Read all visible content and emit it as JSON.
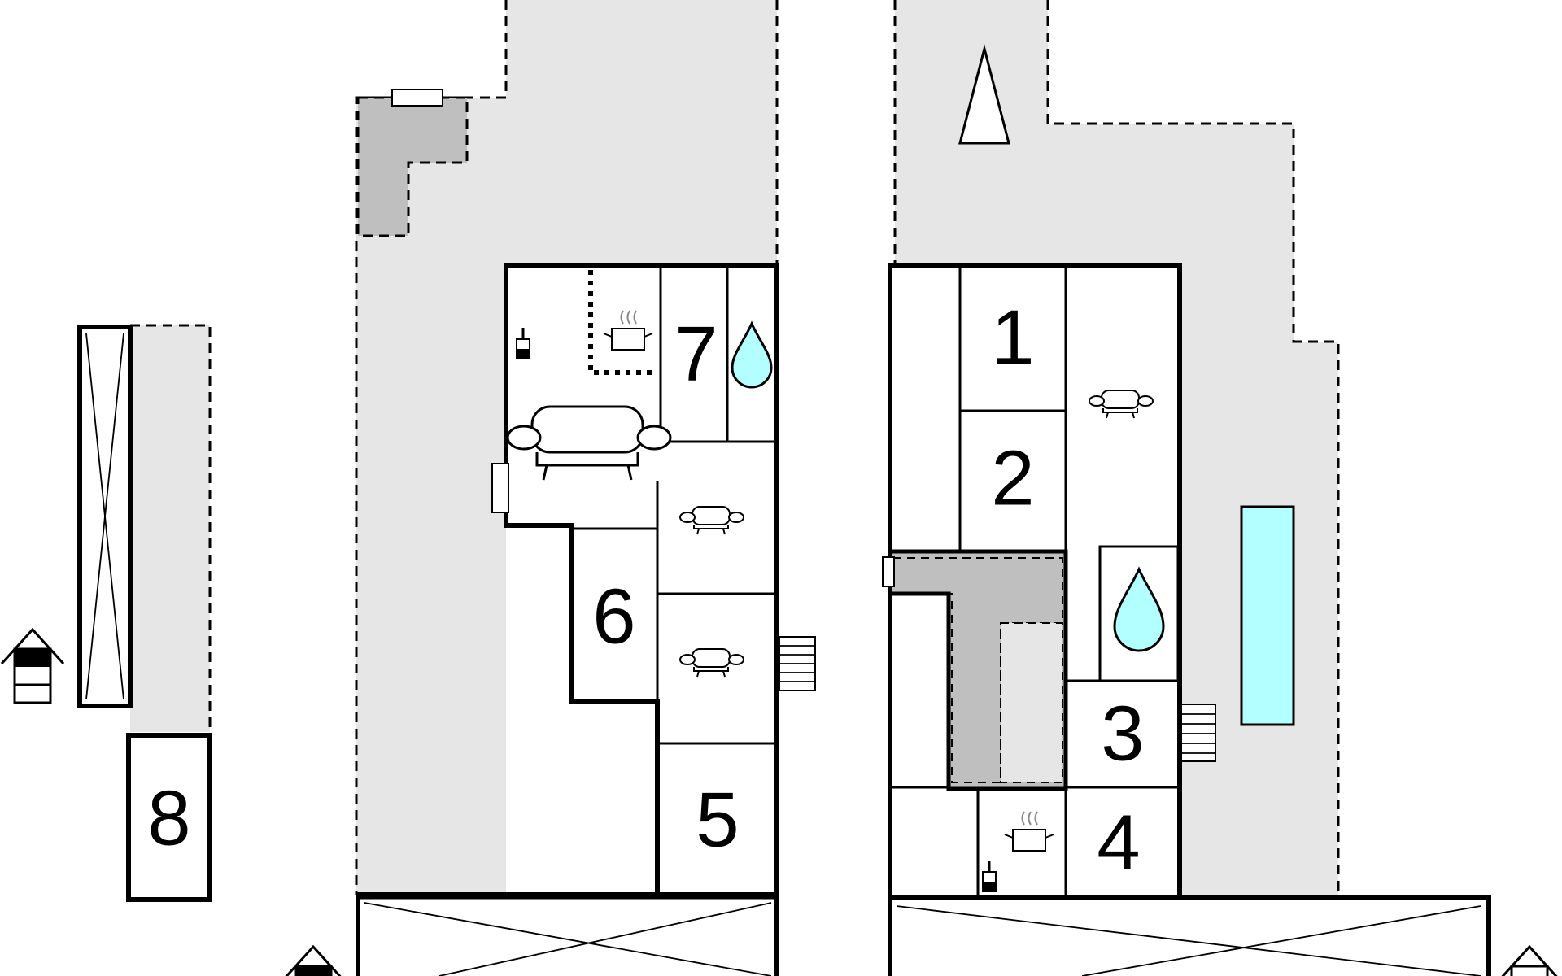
{
  "rooms": [
    {
      "id": "1",
      "label": "1"
    },
    {
      "id": "2",
      "label": "2"
    },
    {
      "id": "3",
      "label": "3"
    },
    {
      "id": "4",
      "label": "4"
    },
    {
      "id": "5",
      "label": "5"
    },
    {
      "id": "6",
      "label": "6"
    },
    {
      "id": "7",
      "label": "7"
    },
    {
      "id": "8",
      "label": "8"
    }
  ],
  "colors": {
    "yard": "#e6e6e6",
    "terrace": "#bfbfbf",
    "water": "#b3ffff",
    "pool": "#b3ffff",
    "wall": "#000000"
  },
  "icons": [
    "sofa-icon",
    "armchair-icon",
    "cooking-pot-icon",
    "stove-icon",
    "water-drop-icon",
    "stairs-icon",
    "window-icon",
    "tree-icon",
    "house-icon",
    "pool-icon"
  ]
}
